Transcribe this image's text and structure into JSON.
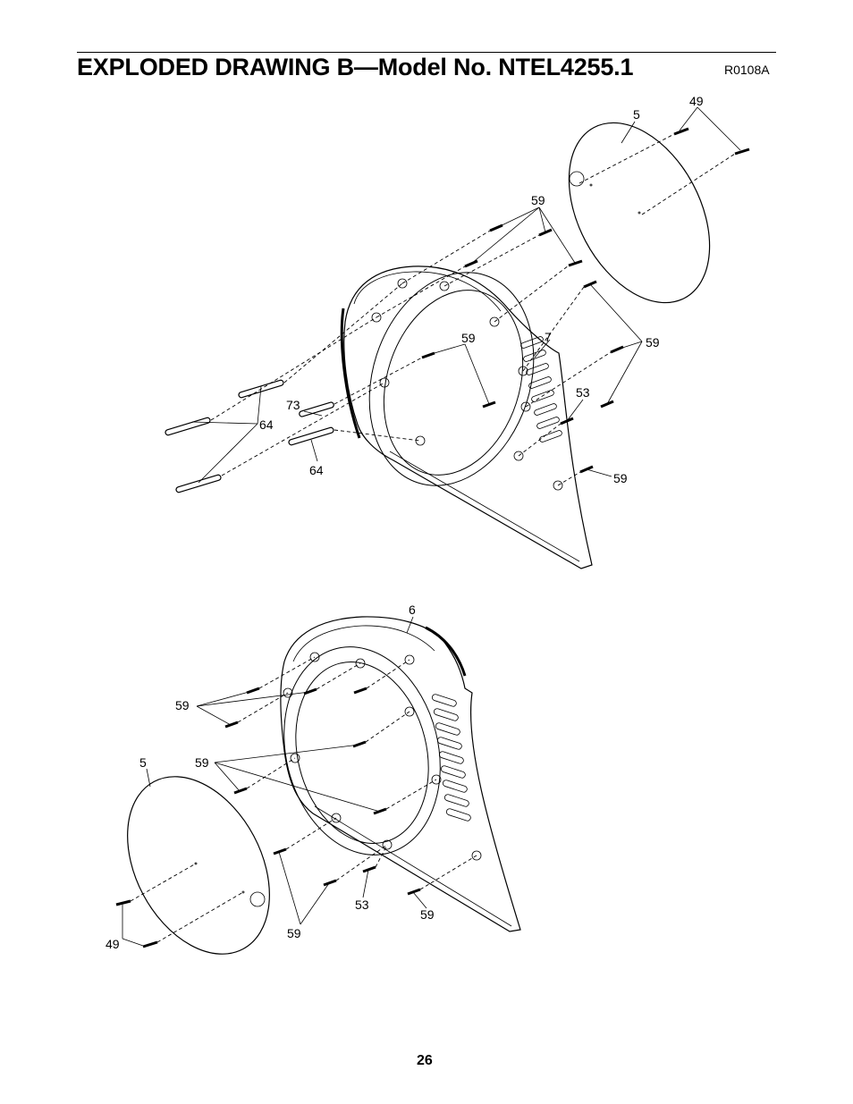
{
  "header": {
    "title": "EXPLODED DRAWING B—Model No. NTEL4255.1",
    "drawing_code": "R0108A"
  },
  "footer": {
    "page_number": "26"
  },
  "callouts": {
    "top_assembly": {
      "disc_5": "5",
      "screws_49": "49",
      "screws_59_top": "59",
      "screws_59_inner": "59",
      "housing_7": "7",
      "screws_59_right": "59",
      "screw_53": "53",
      "screw_59_bottom": "59",
      "rod_73": "73",
      "rods_64_upper": "64",
      "rod_64_lower": "64"
    },
    "bottom_assembly": {
      "housing_6": "6",
      "screws_59_upper": "59",
      "disc_5": "5",
      "screws_59_middle": "59",
      "screw_53": "53",
      "screw_59_right": "59",
      "screws_59_lower": "59",
      "screws_49": "49"
    }
  }
}
